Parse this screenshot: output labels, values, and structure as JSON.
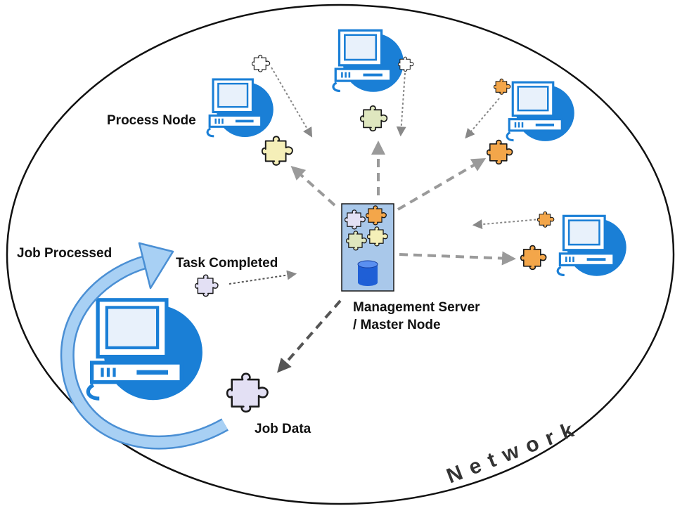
{
  "labels": {
    "process_node": "Process Node",
    "job_processed": "Job Processed",
    "task_completed": "Task Completed",
    "management_server_line1": "Management Server",
    "management_server_line2": "/ Master Node",
    "job_data": "Job Data",
    "network": "Network"
  },
  "colors": {
    "computer_blue": "#1a7fd6",
    "screen_fill": "#e8f1fb",
    "server_box": "#a9c8ea",
    "database": "#1f5fd6",
    "piece_yellow": "#f5efb8",
    "piece_green": "#dfe7bf",
    "piece_orange": "#f3a64a",
    "piece_lavender": "#e3e0f4",
    "arrow_gray": "#9a9a9a",
    "cycle_arrow": "#8fc0ee"
  },
  "icons": [
    "computer-icon",
    "puzzle-piece-icon",
    "database-icon",
    "cycle-arrow-icon",
    "dashed-arrow-icon"
  ]
}
